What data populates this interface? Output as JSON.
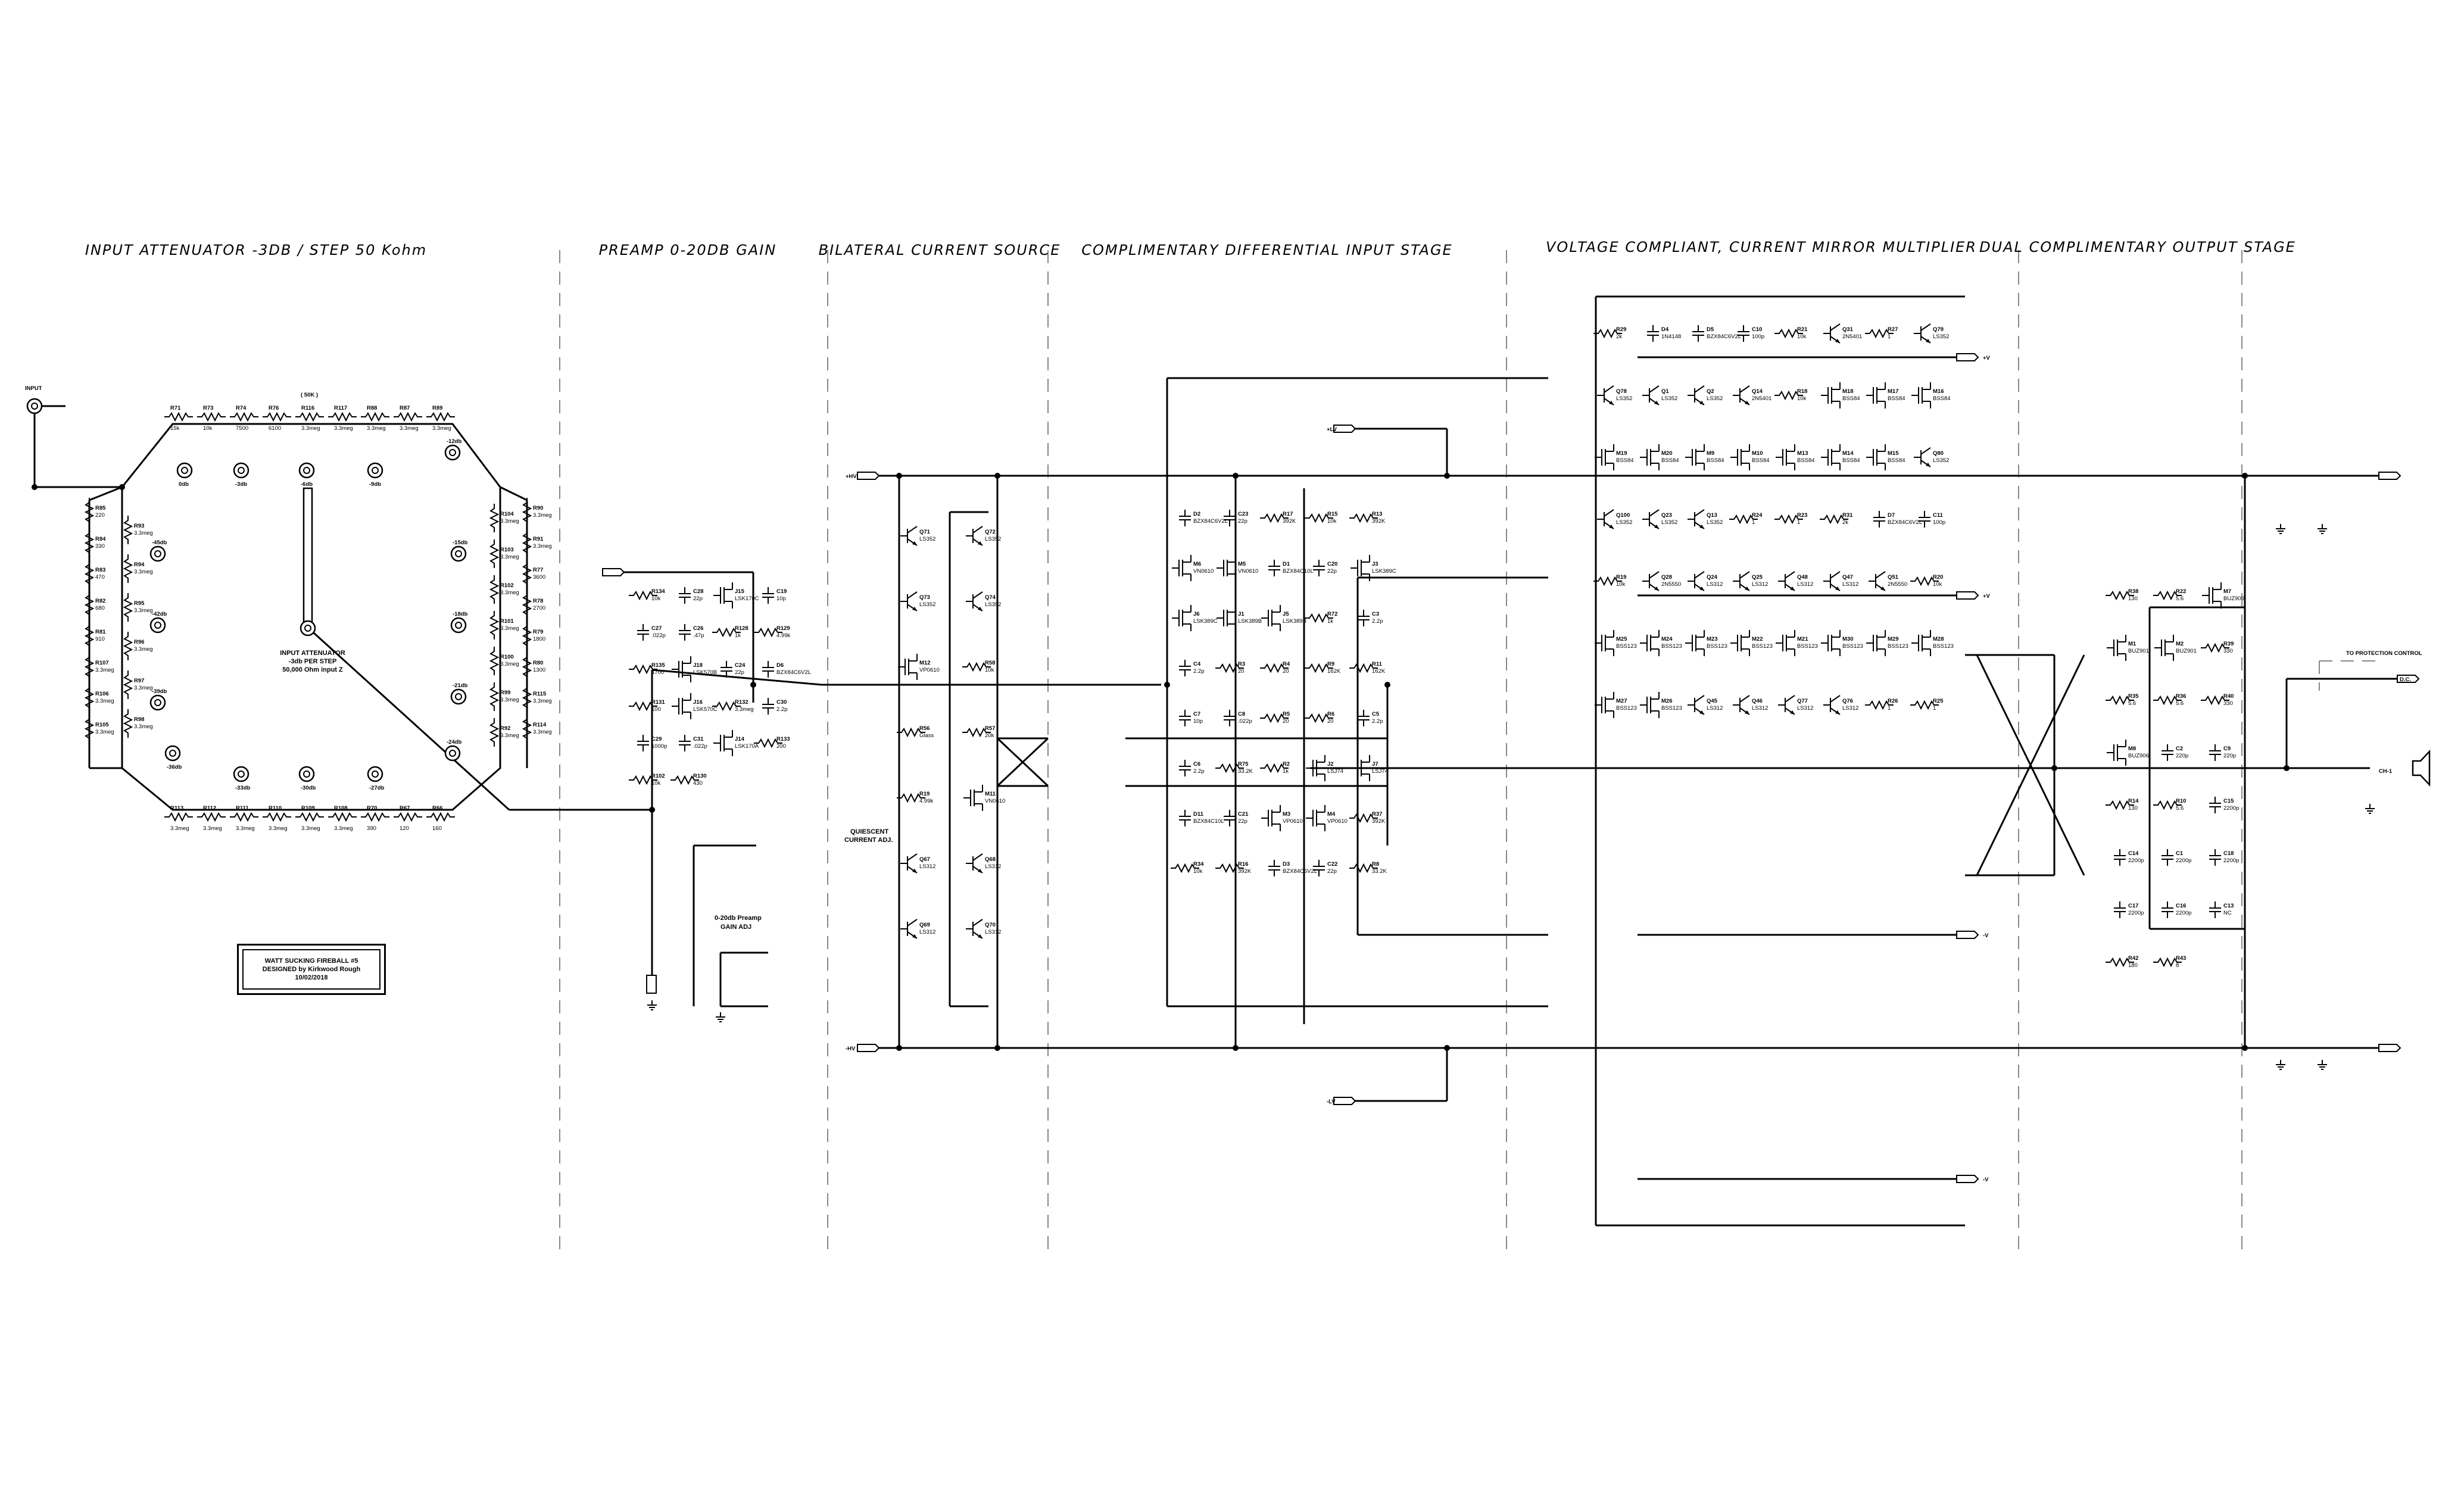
{
  "section_titles": {
    "input_attenuator": "INPUT ATTENUATOR -3DB / STEP 50 Kohm",
    "preamp": "PREAMP 0-20DB GAIN",
    "bilateral": "BILATERAL CURRENT SOURCE",
    "diff_input": "COMPLIMENTARY DIFFERENTIAL INPUT STAGE",
    "current_mirror": "VOLTAGE COMPLIANT, CURRENT MIRROR MULTIPLIER",
    "output_stage": "DUAL COMPLIMENTARY OUTPUT STAGE"
  },
  "title_block": {
    "line1": "WATT SUCKING FIREBALL #5",
    "line2": "DESIGNED by Kirkwood Rough",
    "line3": "10/02/2018"
  },
  "notes": {
    "input": "INPUT",
    "attenuator_label_1": "INPUT ATTENUATOR",
    "attenuator_label_2": "-3db PER STEP",
    "attenuator_label_3": "50,000 Ohm input Z",
    "quiescent_1": "QUIESCENT",
    "quiescent_2": "CURRENT ADJ.",
    "gain_adj_1": "0-20db Preamp",
    "gain_adj_2": "GAIN ADJ",
    "protection": "TO PROTECTION CONTROL",
    "dc_box": "D.C.",
    "speaker": "CH-1",
    "fifty_k": "( 50K )"
  },
  "db_steps": [
    "0db",
    "-3db",
    "-6db",
    "-9db",
    "-12db",
    "-15db",
    "-18db",
    "-21db",
    "-24db",
    "-27db",
    "-30db",
    "-33db",
    "-36db",
    "-39db",
    "-42db",
    "-45db"
  ],
  "attenuator_resistors": [
    {
      "ref": "R71",
      "val": "15k"
    },
    {
      "ref": "R73",
      "val": "10k"
    },
    {
      "ref": "R74",
      "val": "7500"
    },
    {
      "ref": "R76",
      "val": "6100"
    },
    {
      "ref": "R116",
      "val": "3.3meg"
    },
    {
      "ref": "R117",
      "val": "3.3meg"
    },
    {
      "ref": "R88",
      "val": "3.3meg"
    },
    {
      "ref": "R87",
      "val": "3.3meg"
    },
    {
      "ref": "R89",
      "val": "3.3meg"
    },
    {
      "ref": "R90",
      "val": "3.3meg"
    },
    {
      "ref": "R91",
      "val": "3.3meg"
    },
    {
      "ref": "R77",
      "val": "3600"
    },
    {
      "ref": "R78",
      "val": "2700"
    },
    {
      "ref": "R79",
      "val": "1800"
    },
    {
      "ref": "R80",
      "val": "1300"
    },
    {
      "ref": "R115",
      "val": "3.3meg"
    },
    {
      "ref": "R114",
      "val": "3.3meg"
    },
    {
      "ref": "R113",
      "val": "3.3meg"
    },
    {
      "ref": "R112",
      "val": "3.3meg"
    },
    {
      "ref": "R111",
      "val": "3.3meg"
    },
    {
      "ref": "R110",
      "val": "3.3meg"
    },
    {
      "ref": "R109",
      "val": "3.3meg"
    },
    {
      "ref": "R108",
      "val": "3.3meg"
    },
    {
      "ref": "R70",
      "val": "390"
    },
    {
      "ref": "R67",
      "val": "120"
    },
    {
      "ref": "R66",
      "val": "160"
    },
    {
      "ref": "R85",
      "val": "220"
    },
    {
      "ref": "R84",
      "val": "330"
    },
    {
      "ref": "R83",
      "val": "470"
    },
    {
      "ref": "R82",
      "val": "680"
    },
    {
      "ref": "R81",
      "val": "910"
    },
    {
      "ref": "R107",
      "val": "3.3meg"
    },
    {
      "ref": "R106",
      "val": "3.3meg"
    },
    {
      "ref": "R105",
      "val": "3.3meg"
    },
    {
      "ref": "R104",
      "val": "3.3meg"
    },
    {
      "ref": "R103",
      "val": "3.3meg"
    },
    {
      "ref": "R102",
      "val": "3.3meg"
    },
    {
      "ref": "R101",
      "val": "3.3meg"
    },
    {
      "ref": "R100",
      "val": "3.3meg"
    },
    {
      "ref": "R99",
      "val": "3.3meg"
    },
    {
      "ref": "R92",
      "val": "3.3meg"
    },
    {
      "ref": "R93",
      "val": "3.3meg"
    },
    {
      "ref": "R94",
      "val": "3.3meg"
    },
    {
      "ref": "R95",
      "val": "3.3meg"
    },
    {
      "ref": "R96",
      "val": "3.3meg"
    },
    {
      "ref": "R97",
      "val": "3.3meg"
    },
    {
      "ref": "R98",
      "val": "3.3meg"
    }
  ],
  "preamp_parts": [
    {
      "ref": "R134",
      "val": "10k"
    },
    {
      "ref": "C28",
      "val": "22p"
    },
    {
      "ref": "J15",
      "val": "LSK170C"
    },
    {
      "ref": "C19",
      "val": "10p"
    },
    {
      "ref": "C27",
      "val": ".022p"
    },
    {
      "ref": "C26",
      "val": ".47p"
    },
    {
      "ref": "R128",
      "val": "1k"
    },
    {
      "ref": "R129",
      "val": "4.99k"
    },
    {
      "ref": "R135",
      "val": "4700"
    },
    {
      "ref": "J18",
      "val": "LSK570B"
    },
    {
      "ref": "C24",
      "val": "22p"
    },
    {
      "ref": "D6",
      "val": "BZX84C6V2L"
    },
    {
      "ref": "R131",
      "val": "100"
    },
    {
      "ref": "J16",
      "val": "LSK570C"
    },
    {
      "ref": "R132",
      "val": "3.3meg"
    },
    {
      "ref": "C30",
      "val": "2.2p"
    },
    {
      "ref": "C29",
      "val": "1000p"
    },
    {
      "ref": "C31",
      "val": ".022p"
    },
    {
      "ref": "J14",
      "val": "LSK170A"
    },
    {
      "ref": "R133",
      "val": "200"
    },
    {
      "ref": "R102",
      "val": "10k"
    },
    {
      "ref": "R130",
      "val": "430"
    }
  ],
  "bilateral_parts": [
    {
      "ref": "Q71",
      "val": "LS352"
    },
    {
      "ref": "Q72",
      "val": "LS352"
    },
    {
      "ref": "Q73",
      "val": "LS352"
    },
    {
      "ref": "Q74",
      "val": "LS352"
    },
    {
      "ref": "M12",
      "val": "VP0610"
    },
    {
      "ref": "R58",
      "val": "10k"
    },
    {
      "ref": "R56",
      "val": "Glass"
    },
    {
      "ref": "R57",
      "val": "20k"
    },
    {
      "ref": "R19",
      "val": "4.99k"
    },
    {
      "ref": "M11",
      "val": "VN0610"
    },
    {
      "ref": "Q67",
      "val": "LS312"
    },
    {
      "ref": "Q68",
      "val": "LS312"
    },
    {
      "ref": "Q69",
      "val": "LS312"
    },
    {
      "ref": "Q70",
      "val": "LS312"
    }
  ],
  "diff_parts": [
    {
      "ref": "D2",
      "val": "BZX84C6V2L"
    },
    {
      "ref": "C23",
      "val": "22p"
    },
    {
      "ref": "R17",
      "val": "392K"
    },
    {
      "ref": "R15",
      "val": "10k"
    },
    {
      "ref": "R13",
      "val": "392K"
    },
    {
      "ref": "M6",
      "val": "VN0610"
    },
    {
      "ref": "M5",
      "val": "VN0610"
    },
    {
      "ref": "D1",
      "val": "BZX84C10L"
    },
    {
      "ref": "C20",
      "val": "22p"
    },
    {
      "ref": "J3",
      "val": "LSK389C"
    },
    {
      "ref": "J6",
      "val": "LSK389C"
    },
    {
      "ref": "J1",
      "val": "LSK389B"
    },
    {
      "ref": "J5",
      "val": "LSK389B"
    },
    {
      "ref": "R72",
      "val": "1k"
    },
    {
      "ref": "C3",
      "val": "2.2p"
    },
    {
      "ref": "C4",
      "val": "2.2p"
    },
    {
      "ref": "R3",
      "val": "20"
    },
    {
      "ref": "R4",
      "val": "20"
    },
    {
      "ref": "R9",
      "val": "162K"
    },
    {
      "ref": "R11",
      "val": "162K"
    },
    {
      "ref": "C7",
      "val": "10p"
    },
    {
      "ref": "C8",
      "val": ".022p"
    },
    {
      "ref": "R5",
      "val": "20"
    },
    {
      "ref": "R6",
      "val": "20"
    },
    {
      "ref": "C5",
      "val": "2.2p"
    },
    {
      "ref": "C6",
      "val": "2.2p"
    },
    {
      "ref": "R75",
      "val": "33.2K"
    },
    {
      "ref": "R2",
      "val": "1k"
    },
    {
      "ref": "J2",
      "val": "LSJ74"
    },
    {
      "ref": "J7",
      "val": "LSJ74"
    },
    {
      "ref": "D11",
      "val": "BZX84C10L"
    },
    {
      "ref": "C21",
      "val": "22p"
    },
    {
      "ref": "M3",
      "val": "VP0610"
    },
    {
      "ref": "M4",
      "val": "VP0610"
    },
    {
      "ref": "R37",
      "val": "392K"
    },
    {
      "ref": "R34",
      "val": "10k"
    },
    {
      "ref": "R16",
      "val": "392K"
    },
    {
      "ref": "D3",
      "val": "BZX84C6V2L"
    },
    {
      "ref": "C22",
      "val": "22p"
    },
    {
      "ref": "R8",
      "val": "33.2K"
    }
  ],
  "mirror_parts": [
    {
      "ref": "R29",
      "val": "2k"
    },
    {
      "ref": "D4",
      "val": "1N4148"
    },
    {
      "ref": "D5",
      "val": "BZX84C6V2L"
    },
    {
      "ref": "C10",
      "val": "100p"
    },
    {
      "ref": "R21",
      "val": "10k"
    },
    {
      "ref": "Q31",
      "val": "2N5401"
    },
    {
      "ref": "R27",
      "val": "1"
    },
    {
      "ref": "Q79",
      "val": "LS352"
    },
    {
      "ref": "Q78",
      "val": "LS352"
    },
    {
      "ref": "Q1",
      "val": "LS352"
    },
    {
      "ref": "Q2",
      "val": "LS352"
    },
    {
      "ref": "Q14",
      "val": "2N5401"
    },
    {
      "ref": "R18",
      "val": "10k"
    },
    {
      "ref": "M18",
      "val": "BSS84"
    },
    {
      "ref": "M17",
      "val": "BSS84"
    },
    {
      "ref": "M16",
      "val": "BSS84"
    },
    {
      "ref": "M19",
      "val": "BSS84"
    },
    {
      "ref": "M20",
      "val": "BSS84"
    },
    {
      "ref": "M9",
      "val": "BSS84"
    },
    {
      "ref": "M10",
      "val": "BSS84"
    },
    {
      "ref": "M13",
      "val": "BSS84"
    },
    {
      "ref": "M14",
      "val": "BSS84"
    },
    {
      "ref": "M15",
      "val": "BSS84"
    },
    {
      "ref": "Q80",
      "val": "LS352"
    },
    {
      "ref": "Q100",
      "val": "LS352"
    },
    {
      "ref": "Q23",
      "val": "LS352"
    },
    {
      "ref": "Q13",
      "val": "LS352"
    },
    {
      "ref": "R24",
      "val": "1"
    },
    {
      "ref": "R23",
      "val": "1"
    },
    {
      "ref": "R31",
      "val": "2k"
    },
    {
      "ref": "D7",
      "val": "BZX84C6V2L"
    },
    {
      "ref": "C11",
      "val": "100p"
    },
    {
      "ref": "R19",
      "val": "10k"
    },
    {
      "ref": "Q28",
      "val": "2N5550"
    },
    {
      "ref": "Q24",
      "val": "LS312"
    },
    {
      "ref": "Q25",
      "val": "LS312"
    },
    {
      "ref": "Q48",
      "val": "LS312"
    },
    {
      "ref": "Q47",
      "val": "LS312"
    },
    {
      "ref": "Q51",
      "val": "2N5550"
    },
    {
      "ref": "R20",
      "val": "10k"
    },
    {
      "ref": "M25",
      "val": "BSS123"
    },
    {
      "ref": "M24",
      "val": "BSS123"
    },
    {
      "ref": "M23",
      "val": "BSS123"
    },
    {
      "ref": "M22",
      "val": "BSS123"
    },
    {
      "ref": "M21",
      "val": "BSS123"
    },
    {
      "ref": "M30",
      "val": "BSS123"
    },
    {
      "ref": "M29",
      "val": "BSS123"
    },
    {
      "ref": "M28",
      "val": "BSS123"
    },
    {
      "ref": "M27",
      "val": "BSS123"
    },
    {
      "ref": "M26",
      "val": "BSS123"
    },
    {
      "ref": "Q45",
      "val": "LS312"
    },
    {
      "ref": "Q46",
      "val": "LS312"
    },
    {
      "ref": "Q77",
      "val": "LS312"
    },
    {
      "ref": "Q76",
      "val": "LS312"
    },
    {
      "ref": "R26",
      "val": "1"
    },
    {
      "ref": "R25",
      "val": "1"
    }
  ],
  "output_parts": [
    {
      "ref": "R38",
      "val": "130"
    },
    {
      "ref": "R22",
      "val": "5.6"
    },
    {
      "ref": "M7",
      "val": "BUZ900"
    },
    {
      "ref": "M1",
      "val": "BUZ901"
    },
    {
      "ref": "M2",
      "val": "BUZ901"
    },
    {
      "ref": "R39",
      "val": "330"
    },
    {
      "ref": "R35",
      "val": "5.6"
    },
    {
      "ref": "R36",
      "val": "5.6"
    },
    {
      "ref": "R40",
      "val": "330"
    },
    {
      "ref": "M8",
      "val": "BUZ906"
    },
    {
      "ref": "C2",
      "val": "220p"
    },
    {
      "ref": "C9",
      "val": "220p"
    },
    {
      "ref": "R14",
      "val": "130"
    },
    {
      "ref": "R10",
      "val": "5.6"
    },
    {
      "ref": "C15",
      "val": "2200p"
    },
    {
      "ref": "C14",
      "val": "2200p"
    },
    {
      "ref": "C1",
      "val": "2200p"
    },
    {
      "ref": "C18",
      "val": "2200p"
    },
    {
      "ref": "C17",
      "val": "2200p"
    },
    {
      "ref": "C16",
      "val": "2200p"
    },
    {
      "ref": "C13",
      "val": "NC"
    },
    {
      "ref": "R42",
      "val": "180"
    },
    {
      "ref": "R43",
      "val": "8"
    }
  ],
  "power_rails": {
    "pos_hv": "+HV",
    "pos_lv": "+LV",
    "neg_hv": "-HV",
    "neg_lv": "-LV",
    "pos": "+V",
    "neg": "-V"
  },
  "colors": {
    "ink": "#000000",
    "divider": "#888888",
    "paper": "#ffffff"
  }
}
